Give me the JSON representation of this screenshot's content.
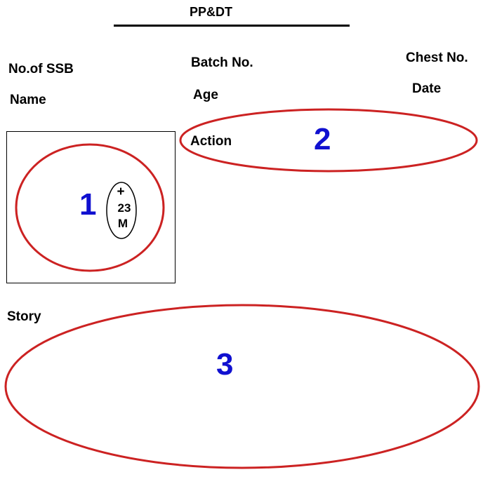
{
  "form": {
    "title": "PP&DT",
    "labels": {
      "ssb": "No.of SSB",
      "name": "Name",
      "batch": "Batch No.",
      "age": "Age",
      "chest": "Chest No.",
      "date": "Date",
      "action": "Action",
      "story": "Story"
    },
    "annotations": {
      "one": "1",
      "two": "2",
      "three": "3"
    },
    "figure_marker": {
      "sign": "+",
      "age": "23",
      "sex": "M"
    }
  },
  "colors": {
    "highlight_ellipse": "#cc2222",
    "annotation_number": "#1010d0",
    "text": "#000000"
  }
}
